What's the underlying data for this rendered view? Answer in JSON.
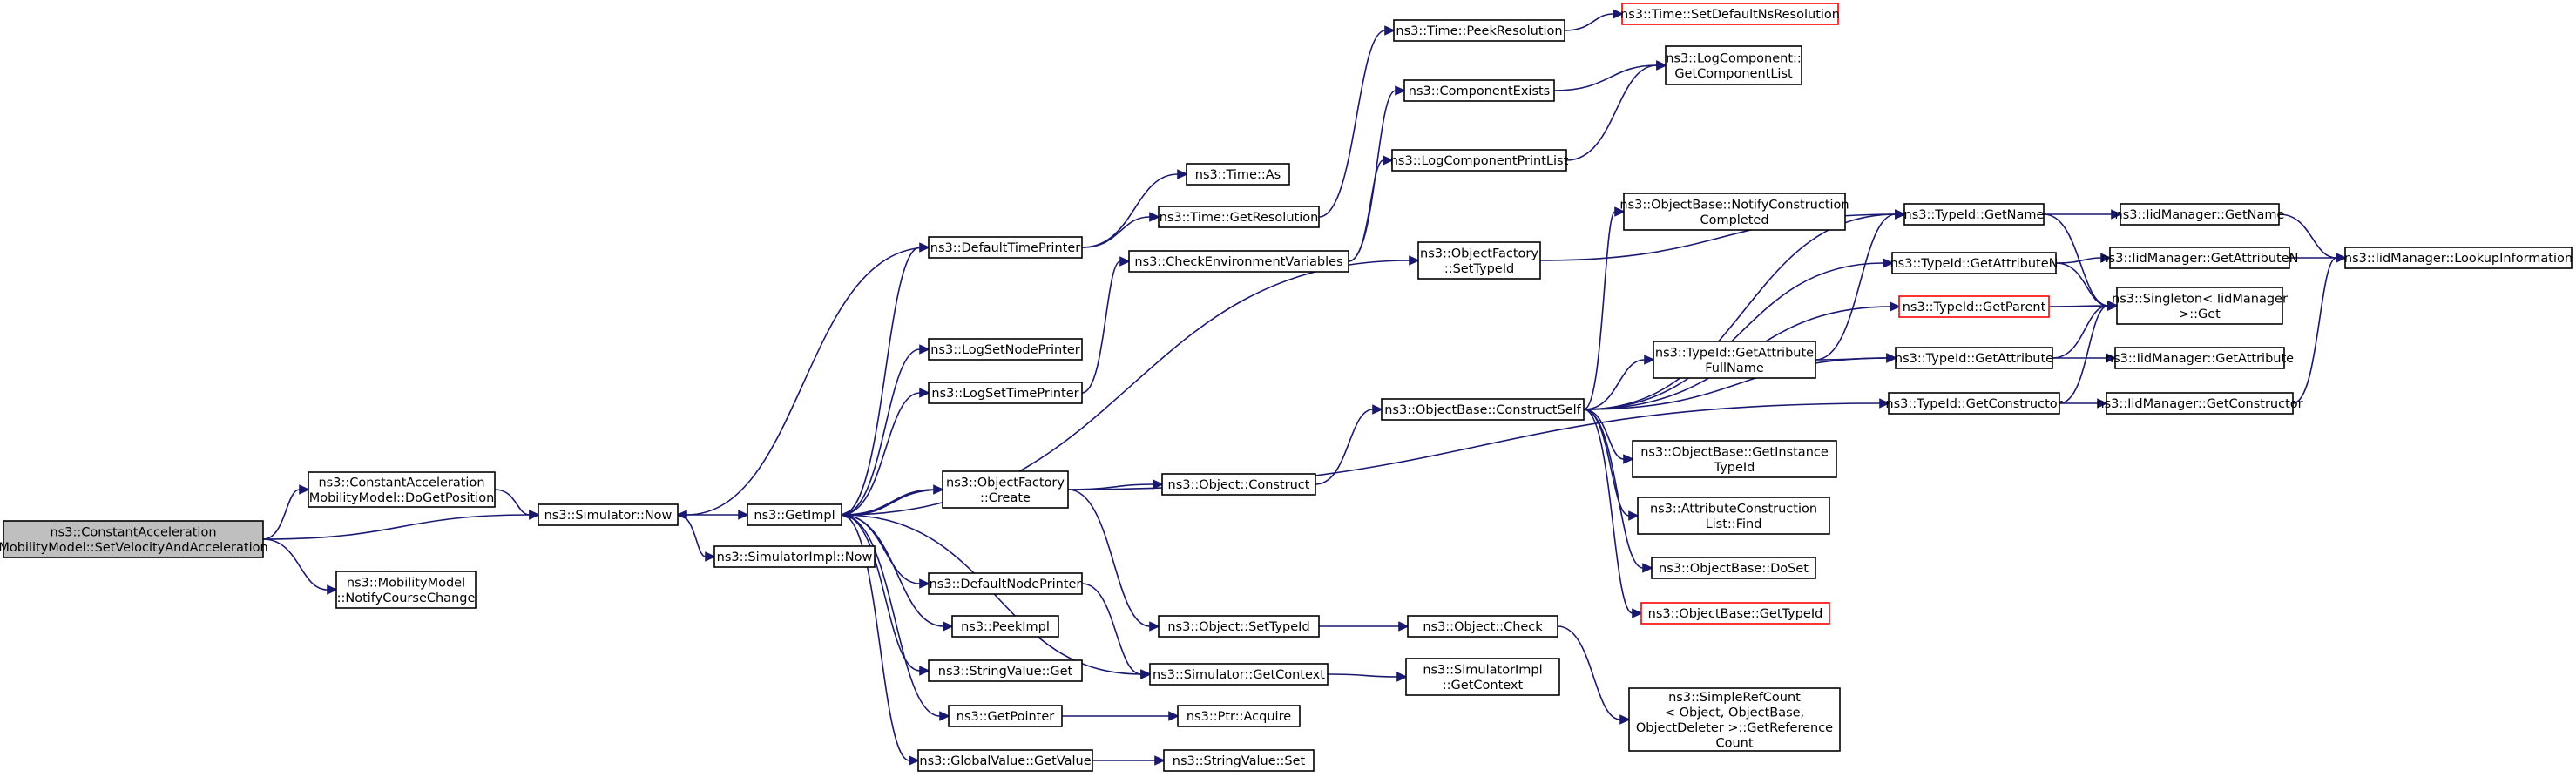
{
  "colors": {
    "edge": "#191970",
    "root_fill": "#bfbfbf",
    "truncated_border": "#ff0000",
    "node_border": "#000000"
  },
  "nodes": {
    "root": [
      "ns3::ConstantAcceleration",
      "MobilityModel::SetVelocityAndAcceleration"
    ],
    "dogetpos": [
      "ns3::ConstantAcceleration",
      "MobilityModel::DoGetPosition"
    ],
    "notify": [
      "ns3::MobilityModel",
      "::NotifyCourseChange"
    ],
    "now": [
      "ns3::Simulator::Now"
    ],
    "simimplnow": [
      "ns3::SimulatorImpl::Now"
    ],
    "getimpl": [
      "ns3::GetImpl"
    ],
    "deftimepr": [
      "ns3::DefaultTimePrinter"
    ],
    "lognodepr": [
      "ns3::LogSetNodePrinter"
    ],
    "logtimepr": [
      "ns3::LogSetTimePrinter"
    ],
    "ofcreate": [
      "ns3::ObjectFactory",
      "::Create"
    ],
    "defnodepr": [
      "ns3::DefaultNodePrinter"
    ],
    "peekimpl": [
      "ns3::PeekImpl"
    ],
    "strget": [
      "ns3::StringValue::Get"
    ],
    "getptr": [
      "ns3::GetPointer"
    ],
    "gvget": [
      "ns3::GlobalValue::GetValue"
    ],
    "timeas": [
      "ns3::Time::As"
    ],
    "timegetres": [
      "ns3::Time::GetResolution"
    ],
    "timepeek": [
      "ns3::Time::PeekResolution"
    ],
    "timesetdef": [
      "ns3::Time::SetDefaultNsResolution"
    ],
    "checkenv": [
      "ns3::CheckEnvironmentVariables"
    ],
    "compexists": [
      "ns3::ComponentExists"
    ],
    "logcompprint": [
      "ns3::LogComponentPrintList"
    ],
    "logcompget": [
      "ns3::LogComponent::",
      "GetComponentList"
    ],
    "ofsettid": [
      "ns3::ObjectFactory",
      "::SetTypeId"
    ],
    "objconstruct": [
      "ns3::Object::Construct"
    ],
    "objsettid": [
      "ns3::Object::SetTypeId"
    ],
    "simgetctx": [
      "ns3::Simulator::GetContext"
    ],
    "ptracq": [
      "ns3::Ptr::Acquire"
    ],
    "strset": [
      "ns3::StringValue::Set"
    ],
    "constructself": [
      "ns3::ObjectBase::ConstructSelf"
    ],
    "objcheck": [
      "ns3::Object::Check"
    ],
    "simimplctx": [
      "ns3::SimulatorImpl",
      "::GetContext"
    ],
    "notifyconst": [
      "ns3::ObjectBase::NotifyConstruction",
      "Completed"
    ],
    "gettidattrfull": [
      "ns3::TypeId::GetAttribute",
      "FullName"
    ],
    "getinsttid": [
      "ns3::ObjectBase::GetInstance",
      "TypeId"
    ],
    "attrconstfind": [
      "ns3::AttributeConstruction",
      "List::Find"
    ],
    "doset": [
      "ns3::ObjectBase::DoSet"
    ],
    "obgettid": [
      "ns3::ObjectBase::GetTypeId"
    ],
    "srefcount": [
      "ns3::SimpleRefCount",
      "< Object, ObjectBase,",
      "ObjectDeleter >::GetReference",
      "Count"
    ],
    "tidgetname": [
      "ns3::TypeId::GetName"
    ],
    "tidgetattrn": [
      "ns3::TypeId::GetAttributeN"
    ],
    "tidgetparent": [
      "ns3::TypeId::GetParent"
    ],
    "tidgetattr": [
      "ns3::TypeId::GetAttribute"
    ],
    "tidgetctor": [
      "ns3::TypeId::GetConstructor"
    ],
    "iidgetname": [
      "ns3::IidManager::GetName"
    ],
    "iidgetattrn": [
      "ns3::IidManager::GetAttributeN"
    ],
    "singleton": [
      "ns3::Singleton< IidManager",
      ">::Get"
    ],
    "iidgetattr": [
      "ns3::IidManager::GetAttribute"
    ],
    "iidgetctor": [
      "ns3::IidManager::GetConstructor"
    ],
    "iidlookup": [
      "ns3::IidManager::LookupInformation"
    ]
  }
}
